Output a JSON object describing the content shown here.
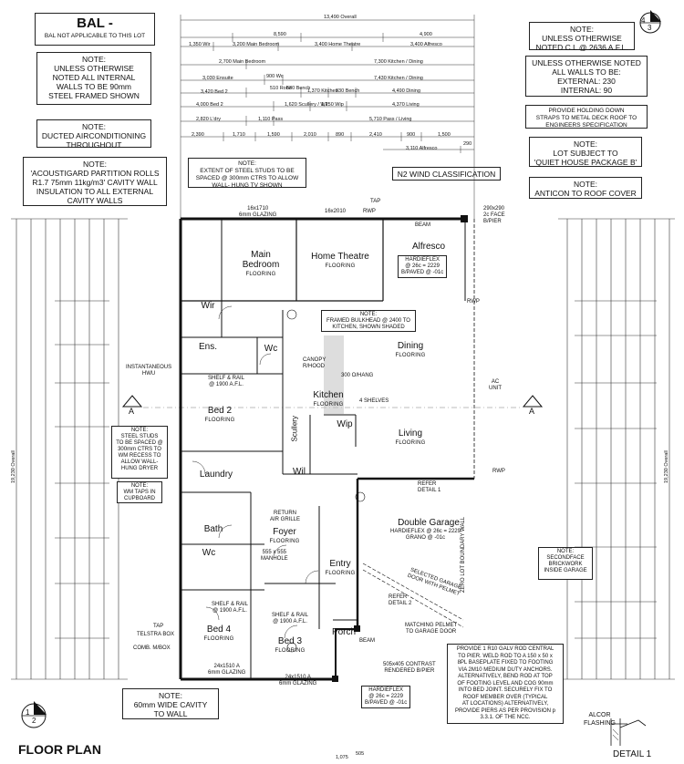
{
  "bal": {
    "title": "BAL -",
    "subtitle": "BAL NOT APPLICABLE TO THIS LOT"
  },
  "notes": {
    "internal_walls": "NOTE:\nUNLESS OTHERWISE\nNOTED ALL INTERNAL\nWALLS TO BE 90mm\nSTEEL FRAMED SHOWN",
    "ducted": "NOTE:\nDUCTED AIRCONDITIONING\nTHROUGHOUT",
    "acoustigard": "NOTE:\n'ACOUSTIGARD PARTITION ROLLS\nR1.7 75mm 11kg/m3' CAVITY WALL\nINSULATION TO ALL EXTERNAL\nCAVITY WALLS",
    "steel_studs": "NOTE:\nEXTENT OF STEEL STUDS TO BE\nSPACED @ 300mm CTRS TO ALLOW\nWALL- HUNG TV SHOWN",
    "cl": "NOTE:\nUNLESS OTHERWISE\nNOTED C.L @ 2636 A.F.L.",
    "all_walls": "UNLESS OTHERWISE NOTED\nALL WALLS TO BE:\nEXTERNAL: 230\nINTERNAL: 90",
    "holding_down": "PROVIDE HOLDING DOWN\nSTRAPS TO METAL DECK ROOF TO\nENGINEERS SPECIFICATION",
    "quiet_house": "NOTE:\nLOT SUBJECT TO\n'QUIET HOUSE PACKAGE B'",
    "anticon": "NOTE:\nANTICON TO ROOF COVER",
    "wind": "N2 WIND CLASSIFICATION",
    "wm_recess": "NOTE:\nSTEEL STUDS\nTO BE SPACED @\n300mm CTRS TO\nWM RECESS TO\nALLOW WALL-\nHUNG DRYER",
    "wm_taps": "NOTE:\nWM TAPS IN\nCUPBOARD",
    "bulkhead": "NOTE:\nFRAMED BULKHEAD @ 2400 TO\nKITCHEN, SHOWN SHADED",
    "secondface": "NOTE:\nSECONDFACE\nBRICKWORK\nINSIDE GARAGE",
    "cavity": "NOTE:\n60mm WIDE CAVITY\nTO WALL",
    "r10_rod": "PROVIDE 1 R10 GALV ROD CENTRAL\nTO PIER. WELD ROD TO A 150 x 50 x\n8PL BASEPLATE FIXED TO FOOTING\nVIA 2M10 MEDIUM DUTY ANCHORS.\nALTERNATIVELY, BEND ROD AT TOP\nOF FOOTING LEVEL AND COG 90mm\nINTO BED JOINT. SECURELY FIX TO\nROOF MEMBER OVER (TYPICAL\nAT    LOCATIONS) ALTERNATIVELY,\nPROVIDE PIERS AS PER PROVISION p\n3.3.1. OF THE NCC."
  },
  "rooms": {
    "main_bedroom": "Main\nBedroom",
    "home_theatre": "Home Theatre",
    "alfresco": "Alfresco",
    "dining": "Dining",
    "living": "Living",
    "kitchen": "Kitchen",
    "scullery": "Scullery",
    "ens": "Ens.",
    "wc1": "Wc",
    "wir": "Wir",
    "bed2": "Bed 2",
    "laundry": "Laundry",
    "bath": "Bath",
    "wc2": "Wc",
    "foyer": "Foyer",
    "entry": "Entry",
    "porch": "Porch",
    "bed3": "Bed 3",
    "bed4": "Bed 4",
    "double_garage": "Double Garage",
    "wil": "Wil",
    "wip": "Wip"
  },
  "flooring": "FLOORING",
  "labels": {
    "hardieflex_alfresco": "HARDIEFLEX\n@ 26c = 2229\nB/PAVED @ -01c",
    "hardieflex_garage": "HARDIEFLEX @ 26c = 2229\nGRANO @ -01c",
    "hardieflex_porch": "HARDIEFLEX\n@ 26c = 2229\nB/PAVED @ -01c",
    "zero_lot": "ZERO LOT BOUNDARY WALL",
    "garage_door": "SELECTED GARAGE\nDOOR WITH PELMET",
    "pelmet": "MATCHING PELMET\nTO GARAGE DOOR",
    "contrast": "505x405 CONTRAST\nRENDERED B/PIER",
    "shelf_1900": "SHELF & RAIL\n@ 1900 A.F.L.",
    "instantaneous": "INSTANTANEOUS\nHWU",
    "telstra": "TELSTRA BOX",
    "comb": "COMB. M/BOX",
    "return_air": "RETURN\nAIR GRILLE",
    "manhole": "555 x 555\nMANHOLE",
    "oh_250": "300 O/HANG",
    "four_shelves": "4 SHELVES",
    "canopy": "CANOPY\nR/HOOD",
    "ac_unit": "AC\nUNIT",
    "refer1": "REFER\nDETAIL 1",
    "refer2": "REFER\nDETAIL 2",
    "glazing_top": "16x1710\n6mm GLAZING",
    "glazing_ht": "16x2010",
    "face_pier": "290x290\n2c FACE\nB/PIER",
    "beam": "BEAM",
    "rwp": "RWP",
    "tap": "TAP",
    "alcor": "ALCOR\nFLASHING",
    "bottom_glazing1": "24x1510 A\n6mm GLAZING",
    "bottom_glazing2": "24x1510 A\n6mm GLAZING"
  },
  "dims_top": [
    "13,490 Overall",
    "8,590",
    "4,900",
    "1,350 Wir",
    "3,200 Main Bedroom",
    "3,400 Home Theatre",
    "3,400 Alfresco",
    "2,700 Main Bedroom",
    "7,300 Kitchen / Dining",
    "3,030 Ensuite",
    "900 Wc",
    "7,430 Kitchen / Dining",
    "3,420 Bed 2",
    "510 Robe",
    "630 Bench",
    "1,370 Kitchen",
    "930 Bench",
    "4,490 Dining",
    "4,000 Bed 2",
    "1,620 Scullery / Wil",
    "1,250 Wip",
    "4,370 Living",
    "2,820 L'dry",
    "1,110 Pass",
    "5,710 Pass / Living",
    "2,390",
    "1,710",
    "1,590",
    "2,010",
    "890",
    "2,410",
    "900",
    "1,500",
    "3,110 Alfresco",
    "290"
  ],
  "dims_left_overall": "19,230 Overall",
  "dims_right_overall": "19,230 Overall",
  "section_marker": "A",
  "drawing_ref": {
    "num": "4",
    "sheet": "3"
  },
  "floor_plan": {
    "num": "1",
    "sheet": "2",
    "title": "FLOOR PLAN"
  },
  "detail": {
    "title": "DETAIL 1"
  },
  "bottom_dims": [
    "1,075",
    "505"
  ]
}
